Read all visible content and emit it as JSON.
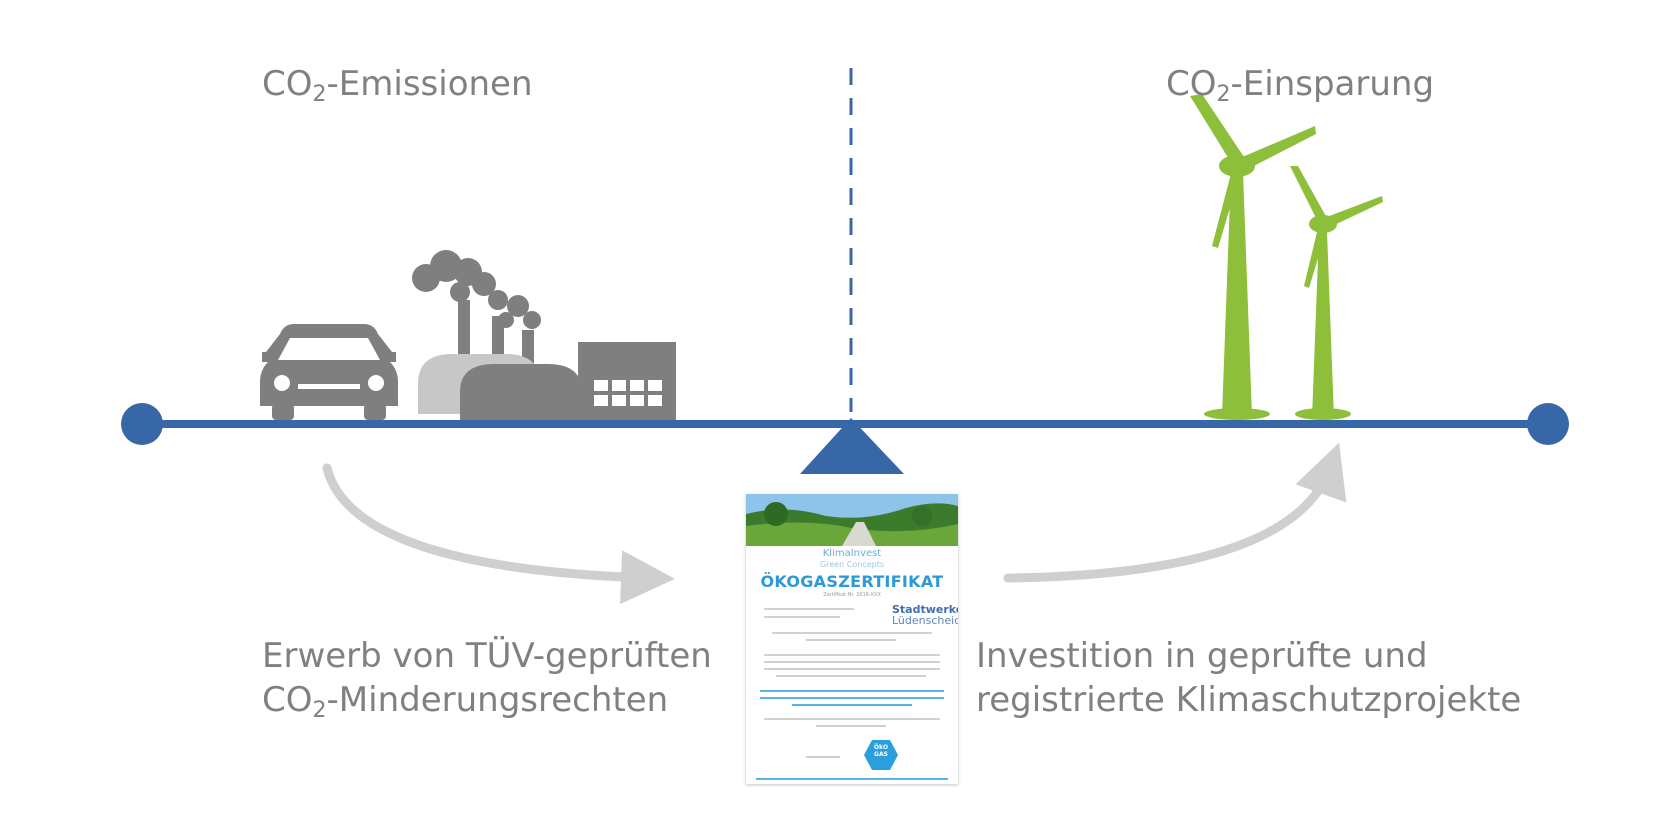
{
  "labels": {
    "emissions_prefix": "CO",
    "emissions_sub": "2",
    "emissions_suffix": "-Emissionen",
    "savings_prefix": "CO",
    "savings_sub": "2",
    "savings_suffix": "-Einsparung",
    "left_caption_line1": "Erwerb von TÜV-geprüften",
    "left_caption_line2_prefix": "CO",
    "left_caption_line2_sub": "2",
    "left_caption_line2_suffix": "-Minderungsrechten",
    "right_caption_line1": "Investition in geprüfte und",
    "right_caption_line2": "registrierte Klimaschutzprojekte"
  },
  "certificate": {
    "logo_line1": "KlimaInvest",
    "logo_line2": "Green Concepts",
    "title": "ÖKOGASZERTIFIKAT",
    "number": "Zertifikat Nr. 2016-XXX",
    "brand_line1": "Stadtwerke",
    "brand_line2": "Lüdenscheid",
    "seal_line1": "ÖkO",
    "seal_line2": "GAS"
  },
  "colors": {
    "text_gray": "#808080",
    "beam_blue": "#3867a8",
    "icon_gray": "#7f7f7f",
    "icon_light_gray": "#c7c7c7",
    "turbine_green": "#8dbf3a",
    "arrow_gray": "#cfcfcf",
    "cert_blue": "#2b9ad6"
  },
  "icons": [
    "car-icon",
    "factory-icon",
    "wind-turbine-icon",
    "fulcrum-triangle-icon",
    "curved-arrow-icon"
  ]
}
